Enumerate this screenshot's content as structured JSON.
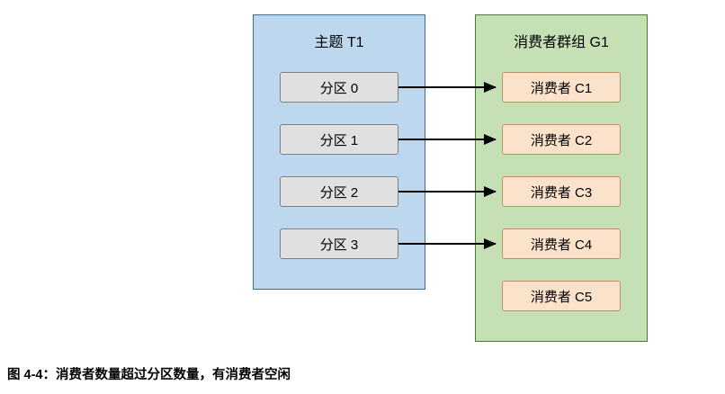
{
  "figure": {
    "caption": "图 4-4：消费者数量超过分区数量，有消费者空闲"
  },
  "topic_panel": {
    "title": "主题 T1",
    "fill_color": "#bdd7ee",
    "partitions": [
      {
        "label": "分区 0"
      },
      {
        "label": "分区 1"
      },
      {
        "label": "分区 2"
      },
      {
        "label": "分区 3"
      }
    ]
  },
  "group_panel": {
    "title": "消费者群组 G1",
    "fill_color": "#c5e0b4",
    "consumers": [
      {
        "label": "消费者 C1"
      },
      {
        "label": "消费者 C2"
      },
      {
        "label": "消费者 C3"
      },
      {
        "label": "消费者 C4"
      },
      {
        "label": "消费者 C5"
      }
    ]
  },
  "connections": [
    {
      "from": "分区 0",
      "to": "消费者 C1"
    },
    {
      "from": "分区 1",
      "to": "消费者 C2"
    },
    {
      "from": "分区 2",
      "to": "消费者 C3"
    },
    {
      "from": "分区 3",
      "to": "消费者 C4"
    }
  ]
}
